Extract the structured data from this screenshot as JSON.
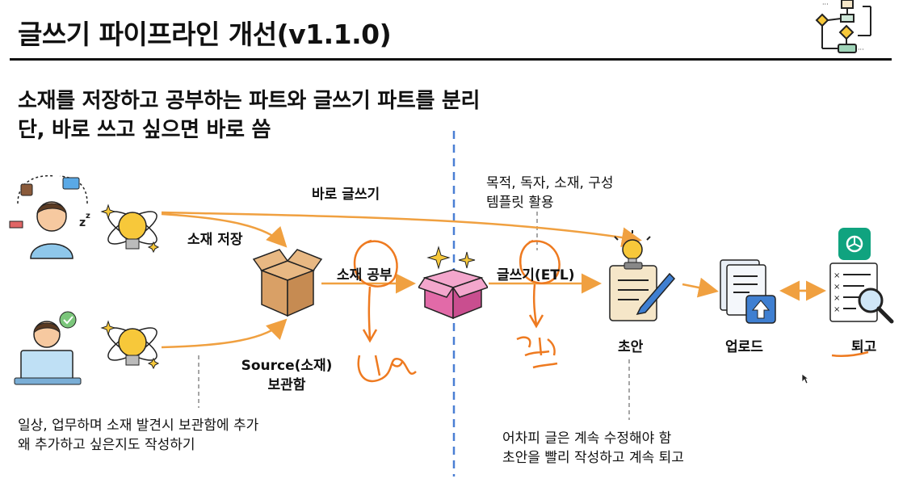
{
  "slide": {
    "title": "글쓰기 파이프라인 개선(v1.1.0)",
    "subtitle_line1": "소재를 저장하고 공부하는 파트와 글쓰기 파트를 분리",
    "subtitle_line2": "단, 바로 쓰고 싶으면 바로 씀"
  },
  "labels": {
    "direct_write": "바로 글쓰기",
    "save_material": "소재 저장",
    "study_material": "소재 공부",
    "source_box_line1": "Source(소재)",
    "source_box_line2": "보관함",
    "writing_etl": "글쓰기(ETL)",
    "draft": "초안",
    "upload": "업로드",
    "revise": "퇴고"
  },
  "notes": {
    "template_line1": "목적, 독자, 소재, 구성",
    "template_line2": "템플릿 활용",
    "daily_line1": "일상, 업무하며 소재 발견시 보관함에 추가",
    "daily_line2": "왜 추가하고 싶은지도 작성하기",
    "revise_line1": "어차피 글은 계속 수정해야 함",
    "revise_line2": "초안을 빨리 작성하고 계속 퇴고"
  },
  "colors": {
    "arrow": "#f0a040",
    "divider": "#4a7fd4",
    "handwriting": "#ee7a20",
    "bulb": "#f7c83a",
    "box": "#d9a066",
    "gift": "#e26aa8",
    "chatgpt": "#10a37f"
  }
}
